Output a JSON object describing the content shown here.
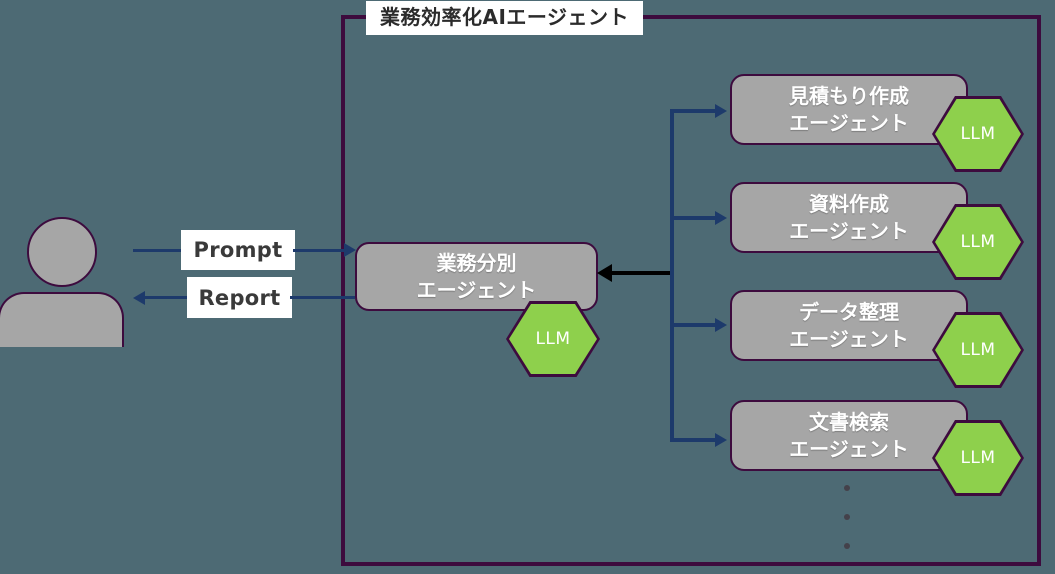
{
  "diagram": {
    "title": "業務効率化AIエージェント",
    "background_color": "#4d6a74",
    "frame_border_color": "#3d0b3e",
    "accent_arrow_color": "#1d3a6b",
    "agent_fill_color": "#a6a6a6",
    "llm_color": "#8ed04c"
  },
  "user": {
    "icon_name": "user-person-icon"
  },
  "flows": [
    {
      "label": "Prompt",
      "direction": "right"
    },
    {
      "label": "Report",
      "direction": "left"
    }
  ],
  "router_agent": {
    "line1": "業務分別",
    "line2": "エージェント",
    "llm_label": "LLM"
  },
  "agents": [
    {
      "line1": "見積もり作成",
      "line2": "エージェント",
      "llm_label": "LLM"
    },
    {
      "line1": "資料作成",
      "line2": "エージェント",
      "llm_label": "LLM"
    },
    {
      "line1": "データ整理",
      "line2": "エージェント",
      "llm_label": "LLM"
    },
    {
      "line1": "文書検索",
      "line2": "エージェント",
      "llm_label": "LLM"
    }
  ],
  "ellipsis": {
    "count": 3
  }
}
